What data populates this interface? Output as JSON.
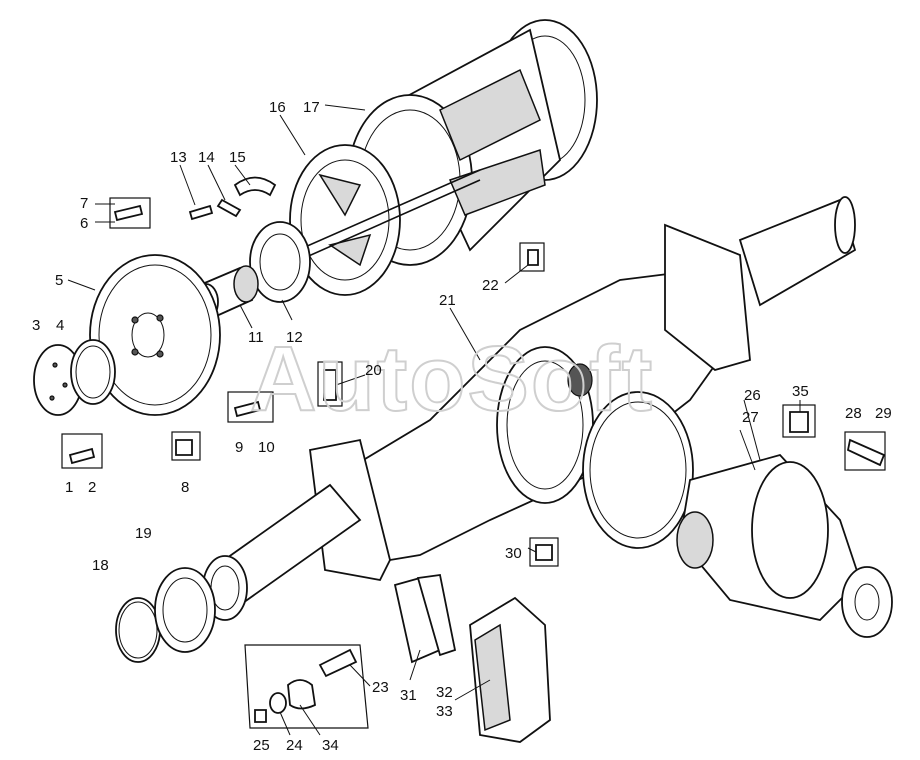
{
  "callouts": [
    "1",
    "2",
    "3",
    "4",
    "5",
    "6",
    "7",
    "8",
    "9",
    "10",
    "11",
    "12",
    "13",
    "14",
    "15",
    "16",
    "17",
    "18",
    "19",
    "20",
    "21",
    "22",
    "23",
    "24",
    "25",
    "26",
    "27",
    "28",
    "29",
    "30",
    "31",
    "32",
    "33",
    "34",
    "35"
  ],
  "watermark": "AutoSoft"
}
